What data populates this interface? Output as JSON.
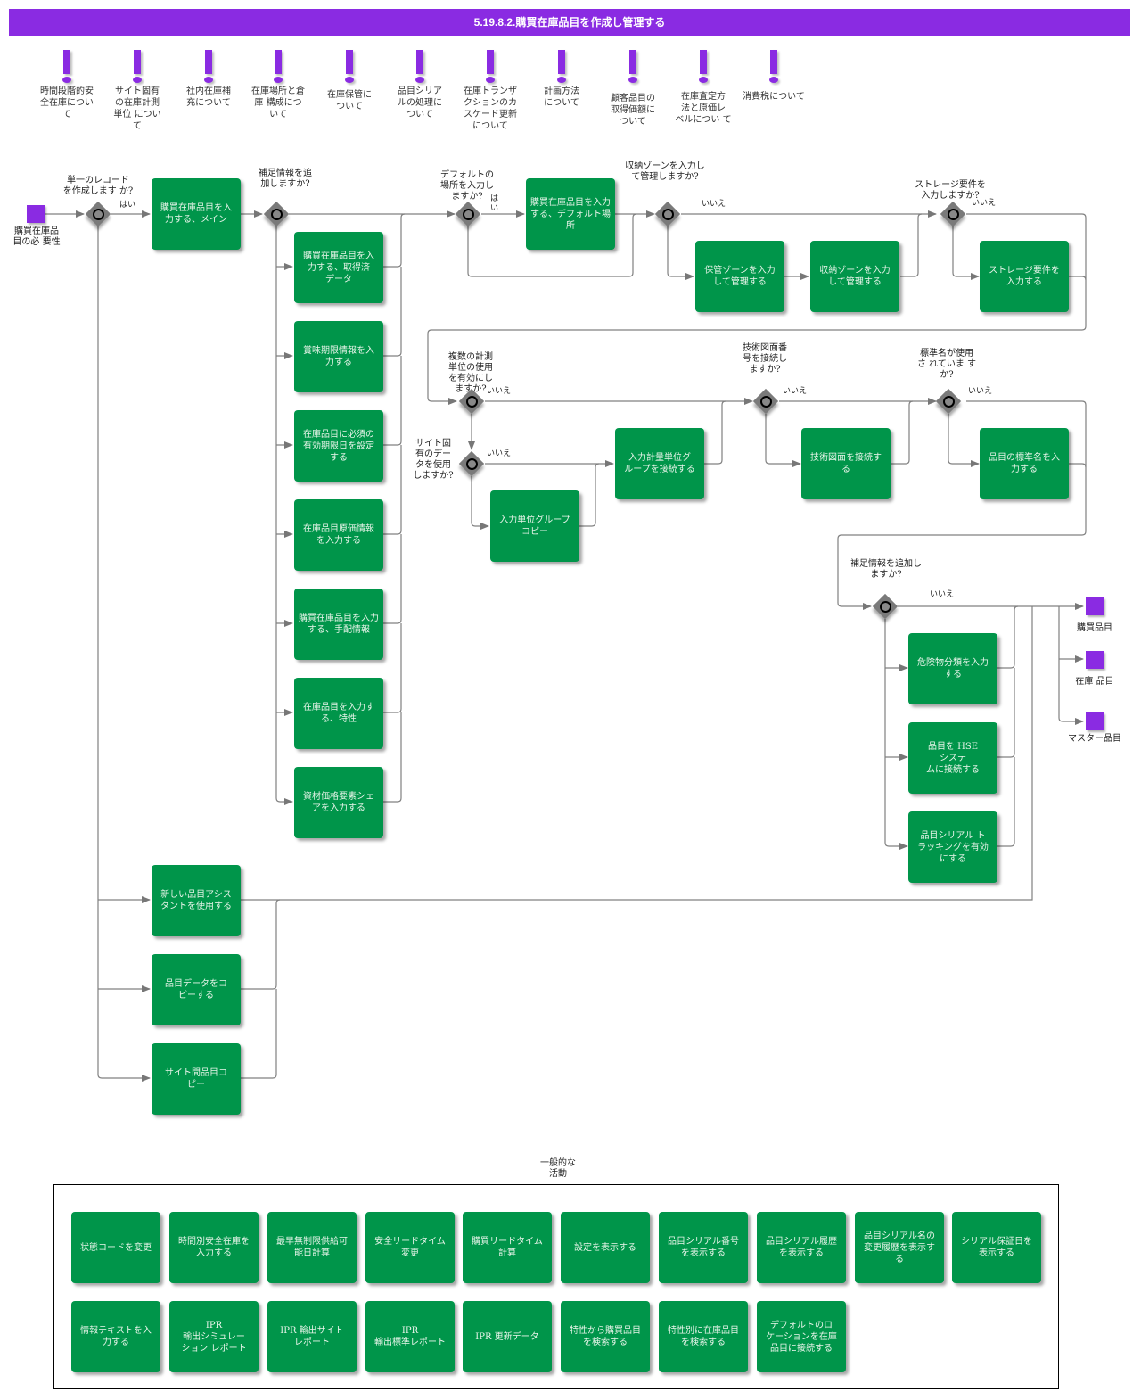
{
  "title": "5.19.8.2.購買在庫品目を作成し管理する",
  "colors": {
    "title_bg": "#8a2be2",
    "task": "#00954a",
    "event": "#8a2be2",
    "gateway": "#7a7a7a"
  },
  "concepts": [
    "時間段階的安\n全在庫につい\nて",
    "サイト固有\nの在庫計測\n単位 につい\nて",
    "社内在庫補\n充について",
    "在庫場所と倉\n庫 構成につ\nいて",
    "在庫保管に\nついて",
    "品目シリア\nルの処理に\nついて",
    "在庫トランザ\nクションのカ\nスケード更新\nについて",
    "計画方法\nについて",
    "顧客品目の\n取得価額に\nついて",
    "在庫査定方\n法と原価レ\nベルについ て",
    "消費税について"
  ],
  "events": {
    "start": "購買在庫品\n目の必 要性",
    "end_purchase": "購買品目",
    "end_inventory": "在庫 品目",
    "end_master": "マスター品目"
  },
  "gateways": {
    "g1": "単一のレコード\nを作成します か?",
    "g2": "補足情報を追\n加しますか?",
    "g3": "デフォルトの\n場所を入力し\nますか?",
    "g4": "収納ゾーンを入力し\nて管理しますか?",
    "g5": "ストレージ要件を\n入力しますか?",
    "g6": "複数の計測\n単位の使用\nを有効にし\nますか?",
    "g7": "サイト固\n有のデー\nタを使用\nしますか?",
    "g8": "技術図面番\n号を接続し\nますか?",
    "g9": "標準名が使用\nさ れていま す\nか?",
    "g10": "補足情報を追加し\nますか?"
  },
  "flow_labels": {
    "yes": "はい",
    "yes_split": "は\nい",
    "no": "いいえ"
  },
  "tasks": {
    "main": "購買在庫品目を入\n力する、メイン",
    "acquired": "購買在庫品目を入\n力する、取得済\nデータ",
    "shelf": "賞味期限情報を入\n力する",
    "expiry": "在庫品目に必須の\n有効期限日を設定\nする",
    "cost": "在庫品目原価情報\nを入力する",
    "order": "購買在庫品目を入力\nする、手配情報",
    "attr": "在庫品目を入力す\nる、特性",
    "share": "資材価格要素シェ\nアを入力する",
    "default_loc": "購買在庫品目を入力\nする、デフォルト場\n所",
    "storage_zone": "保管ゾーンを入力\nして管理する",
    "stow_zone": "収納ゾーンを入力\nして管理する",
    "storage_req": "ストレージ要件を\n入力する",
    "uom_connect": "入力計量単位グ\nループを接続する",
    "uom_copy": "入力単位グループ\nコピー",
    "drawing": "技術図面を接続す\nる",
    "std_name": "品目の標準名を入\n力する",
    "hazard": "危険物分類を入力\nする",
    "hse": "品目を HSE\nシステ\nムに接続する",
    "serial": "品目シリアル ト\nラッキングを有効\nにする",
    "wizard": "新しい品目アシス\nタントを使用する",
    "copy_data": "品目データをコ\nピーする",
    "site_copy": "サイト間品目コ\nピー"
  },
  "general": {
    "label": "一般的な\n活動",
    "row1": [
      "状態コードを変更",
      "時間別安全在庫を\n入力する",
      "最早無制限供給可\n能日計算",
      "安全リードタイム\n変更",
      "購買リードタイム\n計算",
      "設定を表示する",
      "品目シリアル番号\nを表示する",
      "品目シリアル履歴\nを表示する",
      "品目シリアル名の\n変更履歴を表示す\nる",
      "シリアル保証日を\n表示する"
    ],
    "row2": [
      "情報テキストを入\n力する",
      "IPR\n輸出シミュレー\nション レポート",
      "IPR 輸出サイト\nレポート",
      "IPR\n輸出標準レポート",
      "IPR 更新データ",
      "特性から購買品目\nを検索する",
      "特性別に在庫品目\nを検索する",
      "デフォルトのロ\nケーションを在庫\n品目に接続する"
    ]
  }
}
